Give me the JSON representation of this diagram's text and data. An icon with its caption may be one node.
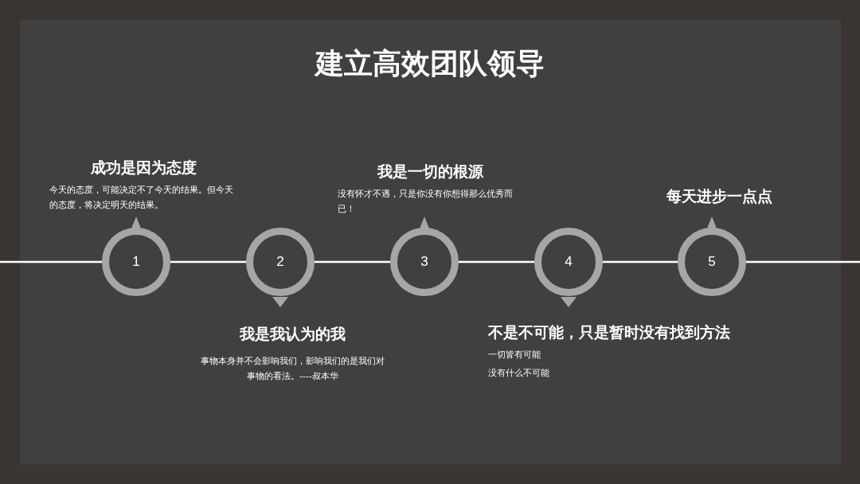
{
  "diagram": {
    "title": "建立高效团队领导",
    "nodes": [
      {
        "text": [
          "1"
        ],
        "beside": [
          "成功是因为态度",
          "今天的态度，可能决定不了今天的结果。但今天的态度，将决定明天的结果。"
        ]
      },
      {
        "text": [
          "2"
        ],
        "beside": [
          "我是我认为的我",
          "事物本身并不会影响我们，影响我们的是我们对事物的看法。----叔本华"
        ]
      },
      {
        "text": [
          "3"
        ],
        "beside": [
          "我是一切的根源",
          "没有怀才不遇，只是你没有你想得那么优秀而已！"
        ]
      },
      {
        "text": [
          "4"
        ],
        "beside": [
          "不是不可能，只是暂时没有找到方法",
          "一切皆有可能",
          "没有什么不可能"
        ]
      },
      {
        "text": [
          "5"
        ],
        "beside": [
          "每天进步一点点"
        ]
      }
    ],
    "edges": [
      {
        "from": null,
        "to": 0,
        "arrow": "none"
      },
      {
        "from": 0,
        "to": 1,
        "arrow": "none"
      },
      {
        "from": 1,
        "to": 2,
        "arrow": "none"
      },
      {
        "from": 2,
        "to": 3,
        "arrow": "none"
      },
      {
        "from": 3,
        "to": 4,
        "arrow": "none"
      },
      {
        "from": 4,
        "to": null,
        "arrow": "none"
      }
    ]
  }
}
